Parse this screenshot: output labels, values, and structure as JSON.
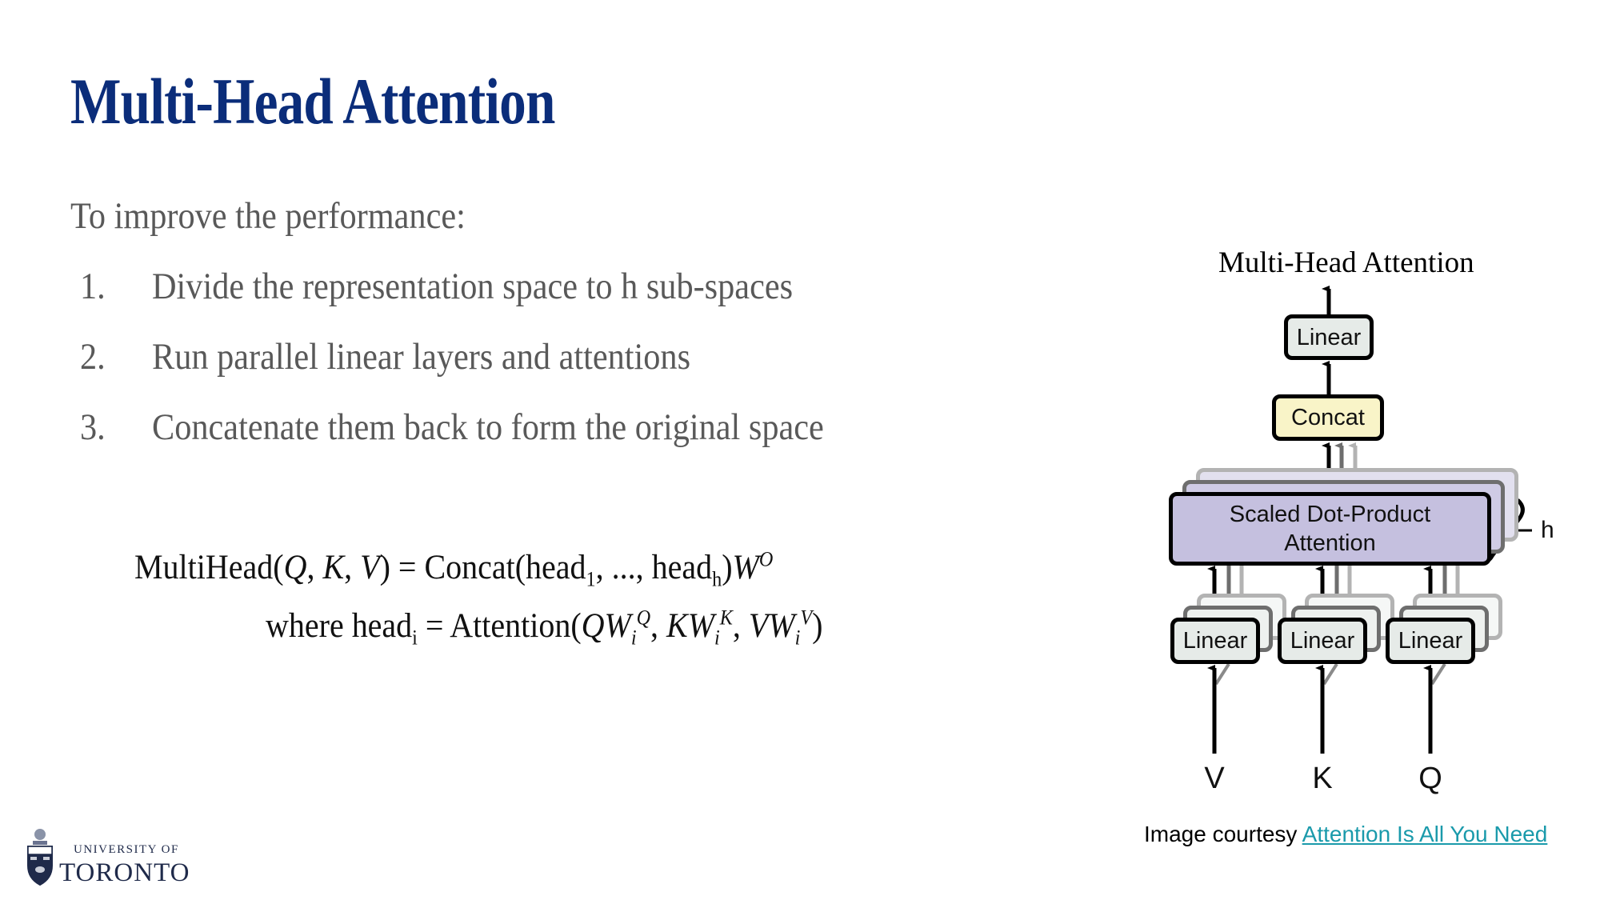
{
  "slide": {
    "title": "Multi-Head Attention",
    "intro": "To improve the performance:",
    "list": [
      {
        "num": "1.",
        "text": "Divide the representation space to h sub-spaces"
      },
      {
        "num": "2.",
        "text": "Run parallel linear layers and attentions"
      },
      {
        "num": "3.",
        "text": "Concatenate them back to form the original space"
      }
    ],
    "formula": {
      "line1": {
        "lhs": "MultiHead(",
        "args": [
          "Q",
          "K",
          "V"
        ],
        "eq": "=",
        "concat": "Concat(head",
        "sub1": "1",
        "mid": ", ..., head",
        "subh": "h",
        "close": ")",
        "w": "W",
        "sup": "O"
      },
      "line2": {
        "where": "where head",
        "subi": "i",
        "eq": "=",
        "attention": "Attention(",
        "terms": [
          {
            "x": "Q",
            "w": "W",
            "sub": "i",
            "sup": "Q"
          },
          {
            "x": "K",
            "w": "W",
            "sub": "i",
            "sup": "K"
          },
          {
            "x": "V",
            "w": "W",
            "sub": "i",
            "sup": "V"
          }
        ],
        "close": ")"
      }
    }
  },
  "diagram": {
    "title": "Multi-Head Attention",
    "output_linear": "Linear",
    "concat": "Concat",
    "sdpa_line1": "Scaled Dot-Product",
    "sdpa_line2": "Attention",
    "h_label": "h",
    "input_linears": [
      "Linear",
      "Linear",
      "Linear"
    ],
    "inputs": [
      "V",
      "K",
      "Q"
    ],
    "colors": {
      "linear": "#e6ebe8",
      "concat": "#f9f4c8",
      "sdpa": "#c5c0df"
    }
  },
  "caption": {
    "prefix": "Image courtesy ",
    "link_text": "Attention Is All You Need",
    "link_color": "#1a9aab"
  },
  "logo": {
    "line1": "UNIVERSITY OF",
    "line2": "TORONTO",
    "color": "#1f2a4a"
  },
  "theme": {
    "title_color": "#0b2d7a",
    "body_color": "#595959"
  }
}
